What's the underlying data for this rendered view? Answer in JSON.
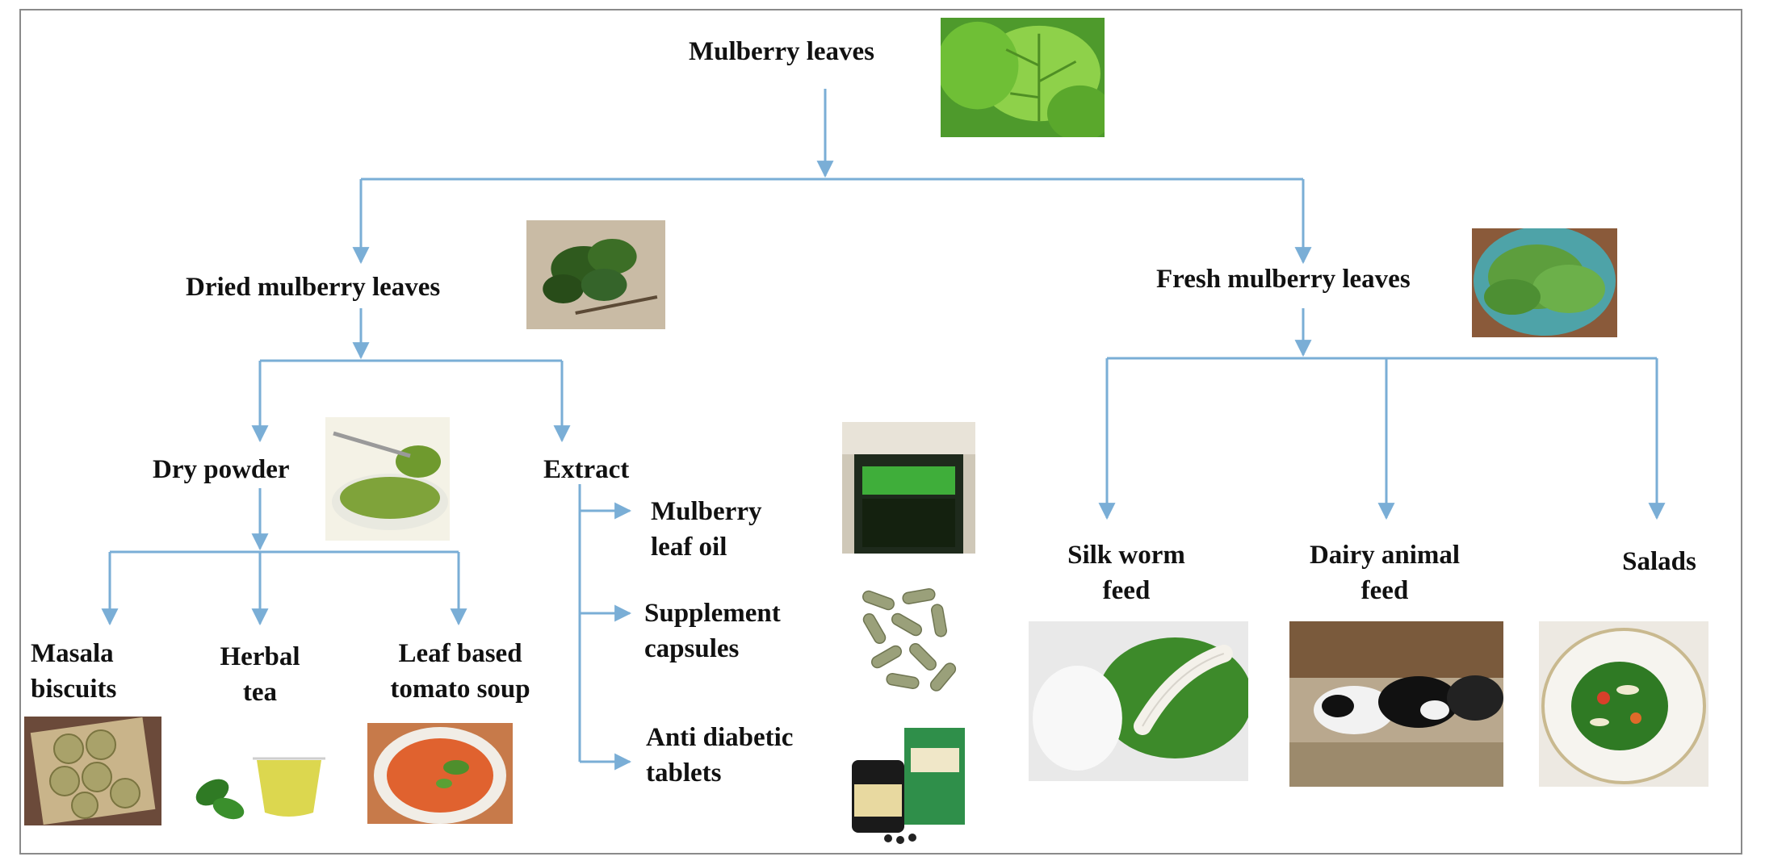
{
  "diagram": {
    "root": {
      "label": "Mulberry leaves",
      "image": "fresh-mulberry-leaf-photo"
    },
    "branches": {
      "dried": {
        "label": "Dried mulberry leaves",
        "image": "dried-leaves-photo"
      },
      "fresh": {
        "label": "Fresh mulberry leaves",
        "image": "leaves-in-bowl-photo"
      }
    },
    "dried_children": {
      "dry_powder": {
        "label": "Dry powder",
        "image": "green-powder-photo"
      },
      "extract": {
        "label": "Extract"
      }
    },
    "powder_products": [
      {
        "label": "Masala\nbiscuits",
        "image": "biscuits-photo"
      },
      {
        "label": "Herbal\ntea",
        "image": "herbal-tea-photo"
      },
      {
        "label": "Leaf based\ntomato soup",
        "image": "tomato-soup-photo"
      }
    ],
    "extract_products": [
      {
        "label": "Mulberry\nleaf oil",
        "image": "leaf-oil-photo"
      },
      {
        "label": "Supplement\ncapsules",
        "image": "capsules-photo"
      },
      {
        "label": "Anti diabetic\ntablets",
        "image": "dnj-tablets-photo"
      }
    ],
    "fresh_products": [
      {
        "label": "Silk worm\nfeed",
        "image": "silkworm-photo"
      },
      {
        "label": "Dairy animal\nfeed",
        "image": "dairy-cows-photo"
      },
      {
        "label": "Salads",
        "image": "salad-photo"
      }
    ],
    "colors": {
      "arrow": "#7aaed6",
      "border": "#8a8a8a",
      "text": "#111111"
    }
  }
}
